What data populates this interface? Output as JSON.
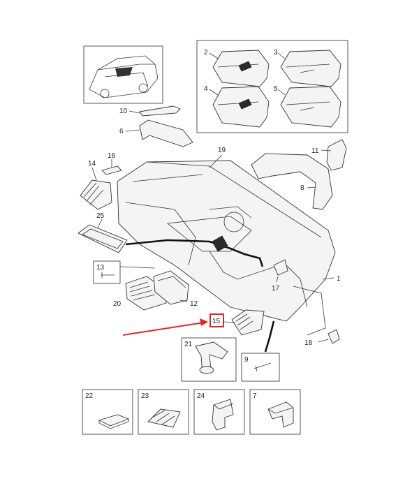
{
  "callouts": {
    "c1": "1",
    "c2": "2",
    "c3": "3",
    "c4": "4",
    "c5": "5",
    "c6": "6",
    "c7": "7",
    "c8": "8",
    "c9": "9",
    "c10": "10",
    "c11": "11",
    "c12": "12",
    "c13": "13",
    "c14": "14",
    "c15": "15",
    "c16": "16",
    "c17": "17",
    "c18": "18",
    "c19": "19",
    "c20": "20",
    "c21": "21",
    "c22": "22",
    "c23": "23",
    "c24": "24",
    "c25": "25"
  },
  "highlight": {
    "part": "15",
    "color": "#e0262a"
  },
  "colors": {
    "arrow": "#e0262a",
    "lines": "#333333",
    "cable": "#111111"
  }
}
